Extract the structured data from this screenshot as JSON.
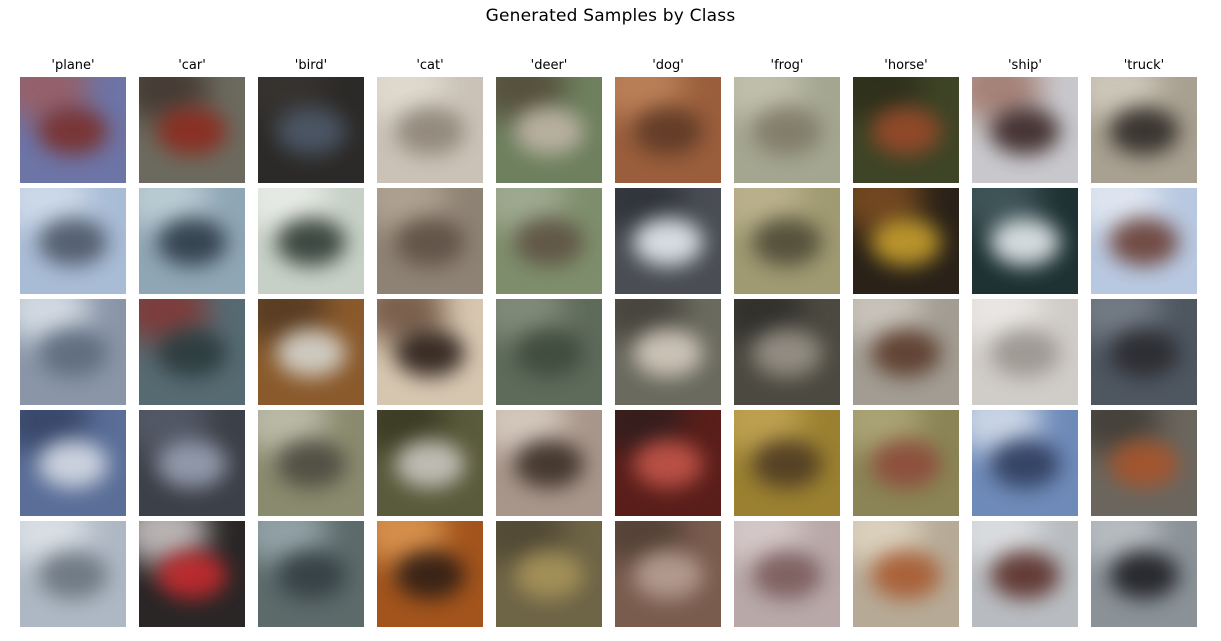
{
  "figure": {
    "title": "Generated Samples by Class",
    "classes": [
      "'plane'",
      "'car'",
      "'bird'",
      "'cat'",
      "'deer'",
      "'dog'",
      "'frog'",
      "'horse'",
      "'ship'",
      "'truck'"
    ],
    "rows": 5,
    "samples": [
      [
        {
          "bg": "#6d74a6",
          "blob": "#7a2f2a",
          "accent": "#a35a55"
        },
        {
          "bg": "#a9bcd6",
          "blob": "#4c5666",
          "accent": "#d8e2ee"
        },
        {
          "bg": "#8a96a8",
          "blob": "#5c6a7c",
          "accent": "#e8eef4"
        },
        {
          "bg": "#5a6e98",
          "blob": "#d8dde6",
          "accent": "#2e3c5c"
        },
        {
          "bg": "#aeb8c4",
          "blob": "#6a747e",
          "accent": "#e6eaee"
        }
      ],
      [
        {
          "bg": "#6c6a5e",
          "blob": "#8e2a1e",
          "accent": "#3a2e28"
        },
        {
          "bg": "#8fa6b4",
          "blob": "#2c3a46",
          "accent": "#c6d6dc"
        },
        {
          "bg": "#566a72",
          "blob": "#2a3a3c",
          "accent": "#8a2e2a"
        },
        {
          "bg": "#3c4048",
          "blob": "#9aa2b4",
          "accent": "#5a6070"
        },
        {
          "bg": "#2a2626",
          "blob": "#c62a2e",
          "accent": "#e8e2e2"
        }
      ],
      [
        {
          "bg": "#2c2a28",
          "blob": "#4e5a6a",
          "accent": "#3a3632"
        },
        {
          "bg": "#c6d0c6",
          "blob": "#2e3a34",
          "accent": "#f0f2ee"
        },
        {
          "bg": "#8a5a2c",
          "blob": "#d6d6d0",
          "accent": "#4a3420"
        },
        {
          "bg": "#8a8a6e",
          "blob": "#4c4a40",
          "accent": "#c8c8b8"
        },
        {
          "bg": "#5c6a6a",
          "blob": "#343e42",
          "accent": "#a2b2b8"
        }
      ],
      [
        {
          "bg": "#cac2b6",
          "blob": "#8e8478",
          "accent": "#e6e0d6"
        },
        {
          "bg": "#8e8274",
          "blob": "#5e5044",
          "accent": "#b8aa9a"
        },
        {
          "bg": "#d6c6b0",
          "blob": "#2a1e18",
          "accent": "#5c3e2c"
        },
        {
          "bg": "#5a5a3c",
          "blob": "#cac8c0",
          "accent": "#34341e"
        },
        {
          "bg": "#a2541c",
          "blob": "#2e1e16",
          "accent": "#e6a25a"
        }
      ],
      [
        {
          "bg": "#6e805e",
          "blob": "#c0b6a6",
          "accent": "#4e4232"
        },
        {
          "bg": "#7e8e6c",
          "blob": "#5e5242",
          "accent": "#a8b29a"
        },
        {
          "bg": "#5e6a5a",
          "blob": "#3e4a3c",
          "accent": "#8a9482"
        },
        {
          "bg": "#a8968a",
          "blob": "#3a2e26",
          "accent": "#e0d6cc"
        },
        {
          "bg": "#6e6446",
          "blob": "#a8945a",
          "accent": "#4a4230"
        }
      ],
      [
        {
          "bg": "#9a5e3c",
          "blob": "#5e3a26",
          "accent": "#c48a60"
        },
        {
          "bg": "#4a4e54",
          "blob": "#e6ecf2",
          "accent": "#2a2e34"
        },
        {
          "bg": "#6a6a5e",
          "blob": "#d6ccc0",
          "accent": "#3e3a34"
        },
        {
          "bg": "#5a1e1a",
          "blob": "#c4564a",
          "accent": "#2a1e1e"
        },
        {
          "bg": "#7a5c4e",
          "blob": "#b8a094",
          "accent": "#4a3a30"
        }
      ],
      [
        {
          "bg": "#a4a690",
          "blob": "#7e7a66",
          "accent": "#c8c6b4"
        },
        {
          "bg": "#a09a72",
          "blob": "#4e4a36",
          "accent": "#c2b894"
        },
        {
          "bg": "#4c4a40",
          "blob": "#9a948a",
          "accent": "#2a2a26"
        },
        {
          "bg": "#9a8030",
          "blob": "#4e3a24",
          "accent": "#c8aa5a"
        },
        {
          "bg": "#b8a8a8",
          "blob": "#7a5a5a",
          "accent": "#dcd0d0"
        }
      ],
      [
        {
          "bg": "#3e4426",
          "blob": "#9a4a2a",
          "accent": "#2a2a18"
        },
        {
          "bg": "#2a2218",
          "blob": "#c8a02e",
          "accent": "#8a5424"
        },
        {
          "bg": "#a29c92",
          "blob": "#5a3a2a",
          "accent": "#d4cec6"
        },
        {
          "bg": "#8a8456",
          "blob": "#8e4a3a",
          "accent": "#b4ac7e"
        },
        {
          "bg": "#b6aa96",
          "blob": "#a85a30",
          "accent": "#e6dcc8"
        }
      ],
      [
        {
          "bg": "#c8c8cc",
          "blob": "#3a2626",
          "accent": "#9a6a5a"
        },
        {
          "bg": "#1e3234",
          "blob": "#e6ecee",
          "accent": "#4a6064"
        },
        {
          "bg": "#d0ccc8",
          "blob": "#9a948e",
          "accent": "#f0eeec"
        },
        {
          "bg": "#6e8ab8",
          "blob": "#2e3c5c",
          "accent": "#e6ecf4"
        },
        {
          "bg": "#b8bcc0",
          "blob": "#5a2e28",
          "accent": "#e4e6e8"
        }
      ],
      [
        {
          "bg": "#a8a090",
          "blob": "#2e2a26",
          "accent": "#d8d2c6"
        },
        {
          "bg": "#b8c8e0",
          "blob": "#6a3e34",
          "accent": "#eaeef4"
        },
        {
          "bg": "#4e5660",
          "blob": "#2a2a2e",
          "accent": "#7e8690"
        },
        {
          "bg": "#6a665e",
          "blob": "#a8542a",
          "accent": "#3a3630"
        },
        {
          "bg": "#8a9298",
          "blob": "#1e1e22",
          "accent": "#c4c8cc"
        }
      ]
    ]
  }
}
